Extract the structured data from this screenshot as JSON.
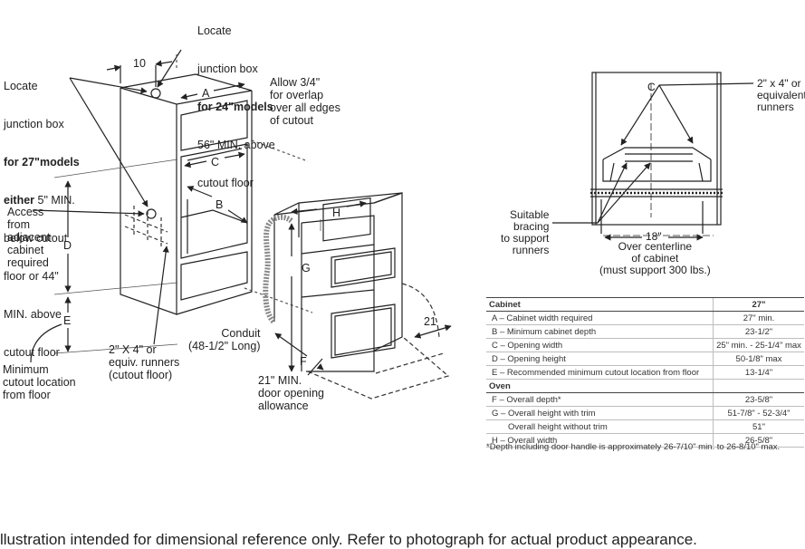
{
  "labels": {
    "locate_24_line1": "Locate",
    "locate_24_line2": "junction box",
    "locate_24_bold": "for 24\"models",
    "locate_24_line4": "56\" MIN. above",
    "locate_24_line5": "cutout floor",
    "locate_27_line1": "Locate",
    "locate_27_line2": "junction box",
    "locate_27_bold1": "for 27\"models",
    "locate_27_bold2": "either",
    "locate_27_rest2": " 5\" MIN.",
    "locate_27_line5": "below cutout",
    "locate_27_line6": "floor or 44\"",
    "locate_27_line7": "MIN. above",
    "locate_27_line8": "cutout floor",
    "dim_10": "10",
    "allow": "Allow 3/4\"\nfor overlap\nover all edges\nof cutout",
    "access": "Access\nfrom\nadjacent\ncabinet\nrequired",
    "letter_a": "A",
    "letter_b": "B",
    "letter_c": "C",
    "letter_d": "D",
    "letter_e": "E",
    "letter_f": "F",
    "letter_g": "G",
    "letter_h": "H",
    "dim_21": "21",
    "runners": "2\" X 4\" or\nequiv. runners\n(cutout floor)",
    "conduit": "Conduit\n(48-1/2\" Long)",
    "door_allowance": "21\" MIN.\ndoor opening\nallowance",
    "min_cutout": "Minimum\ncutout location\nfrom floor",
    "runners_right": "2\" x 4\" or\nequivalent\nrunners",
    "bracing": "Suitable\nbracing\nto support\nrunners",
    "centerline_dim": "18\"",
    "centerline_text": "Over centerline\nof cabinet\n(must support 300 lbs.)",
    "cl_symbol": "C"
  },
  "table": {
    "cabinet_header": "Cabinet",
    "size_header": "27\"",
    "cabinet_rows": [
      {
        "label": "A – Cabinet width required",
        "value": "27\" min."
      },
      {
        "label": "B – Minimum cabinet depth",
        "value": "23-1/2\""
      },
      {
        "label": "C – Opening width",
        "value": "25\" min. - 25-1/4\" max"
      },
      {
        "label": "D – Opening height",
        "value": "50-1/8\" max"
      },
      {
        "label": "E – Recommended minimum cutout location from floor",
        "value": "13-1/4\""
      }
    ],
    "oven_header": "Oven",
    "oven_rows": [
      {
        "label": "F – Overall depth*",
        "value": "23-5/8\""
      },
      {
        "label": "G – Overall height with trim",
        "value": "51-7/8\" - 52-3/4\""
      },
      {
        "label": "Overall height without trim",
        "value": "51\""
      },
      {
        "label": "H – Overall width",
        "value": "26-5/8\""
      }
    ],
    "footnote": "*Depth including door handle is approximately 26-7/10\" min. to 26-8/10\" max."
  },
  "disclaimer": "llustration intended for dimensional reference only. Refer to photograph for actual product appearance.",
  "colors": {
    "line": "#222222",
    "dashed": "#333333",
    "grid": "#bdbdbd"
  }
}
